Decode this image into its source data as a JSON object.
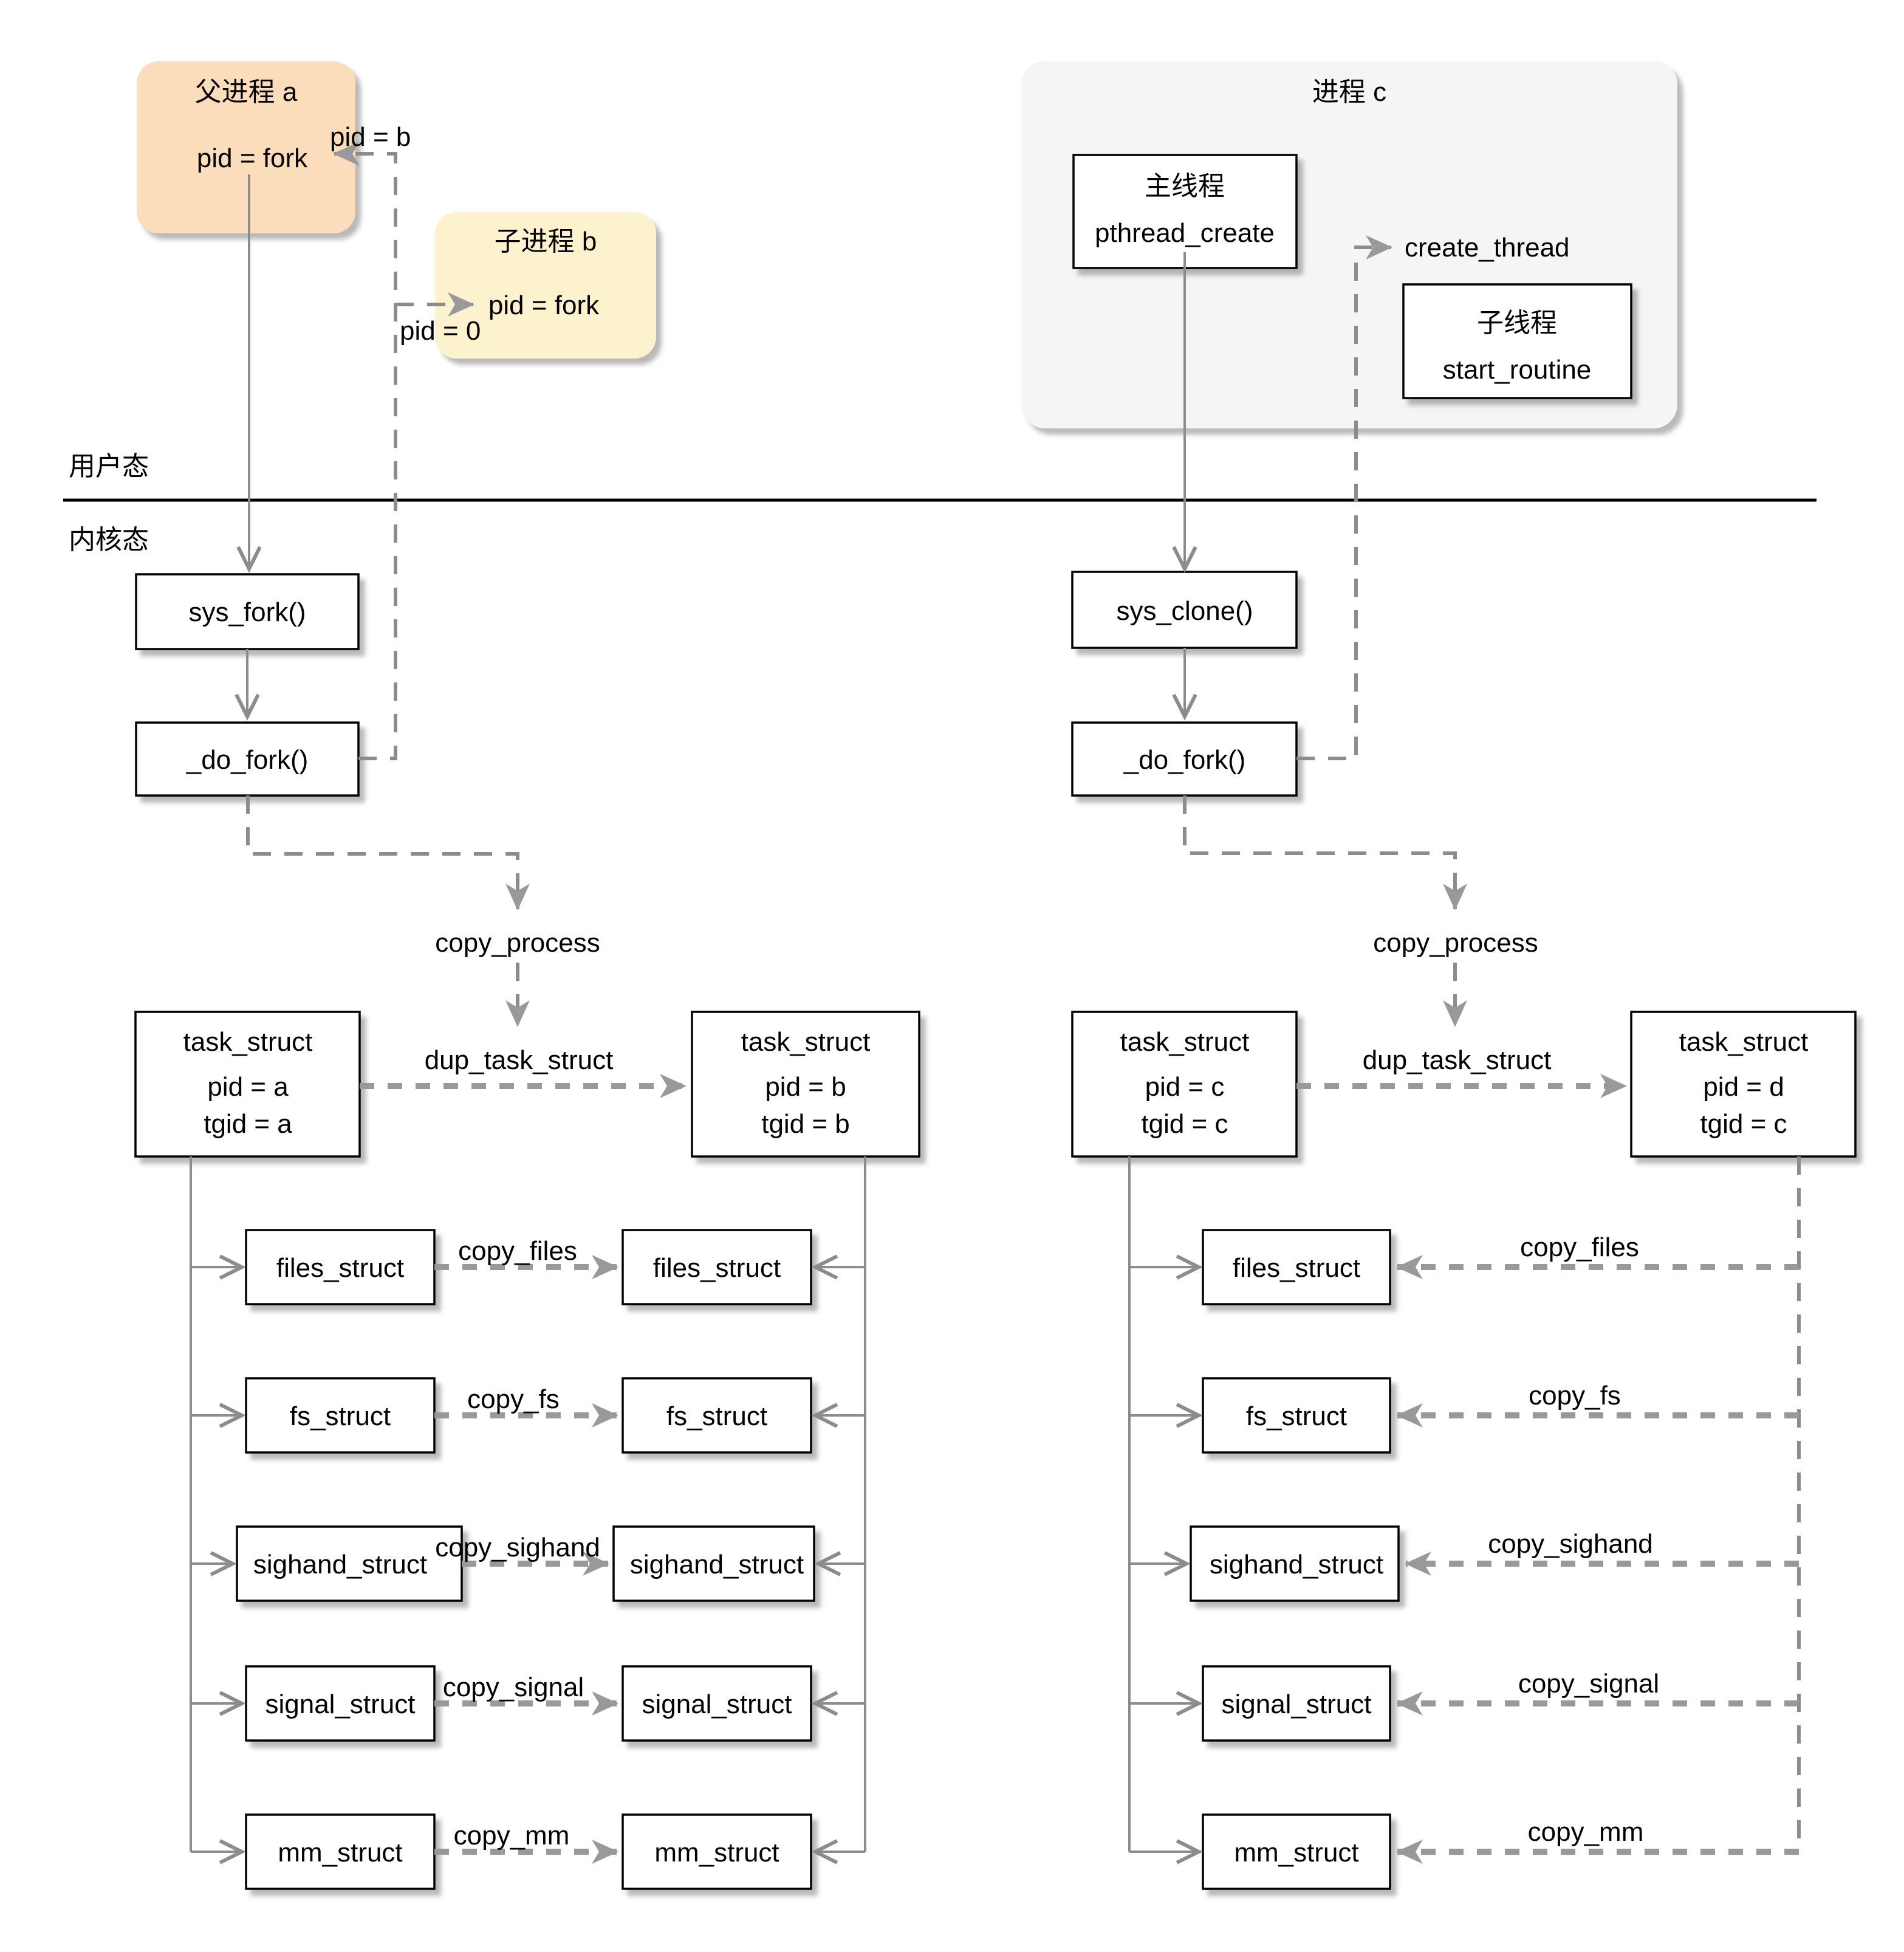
{
  "diagram": {
    "modes": {
      "user": "用户态",
      "kernel": "内核态"
    },
    "colors": {
      "parent_fill": "#FBDCBB",
      "child_fill": "#FDF2CE",
      "process_fill": "#F5F5F5",
      "connector": "#8C8C8C",
      "box_stroke": "#000000"
    }
  },
  "fork_side": {
    "parent_process": {
      "title": "父进程 a",
      "body": "pid = fork"
    },
    "child_process": {
      "title": "子进程 b",
      "body": "pid = fork"
    },
    "return_to_parent": "pid = b",
    "return_to_child": "pid = 0",
    "syscall": "sys_fork()",
    "do_fork": "_do_fork()",
    "copy_process": "copy_process",
    "dup_task_struct": "dup_task_struct",
    "task_parent": {
      "title": "task_struct",
      "pid": "pid = a",
      "tgid": "tgid = a"
    },
    "task_child": {
      "title": "task_struct",
      "pid": "pid = b",
      "tgid": "tgid = b"
    },
    "structs": [
      "files_struct",
      "fs_struct",
      "sighand_struct",
      "signal_struct",
      "mm_struct"
    ],
    "copy_functions": [
      "copy_files",
      "copy_fs",
      "copy_sighand",
      "copy_signal",
      "copy_mm"
    ]
  },
  "clone_side": {
    "process": {
      "title": "进程 c"
    },
    "main_thread": {
      "title": "主线程",
      "subtitle": "pthread_create"
    },
    "child_thread": {
      "title": "子线程",
      "subtitle": "start_routine"
    },
    "create_thread": "create_thread",
    "syscall": "sys_clone()",
    "do_fork": "_do_fork()",
    "copy_process": "copy_process",
    "dup_task_struct": "dup_task_struct",
    "task_main": {
      "title": "task_struct",
      "pid": "pid = c",
      "tgid": "tgid = c"
    },
    "task_thread": {
      "title": "task_struct",
      "pid": "pid = d",
      "tgid": "tgid = c"
    },
    "structs": [
      "files_struct",
      "fs_struct",
      "sighand_struct",
      "signal_struct",
      "mm_struct"
    ],
    "copy_functions": [
      "copy_files",
      "copy_fs",
      "copy_sighand",
      "copy_signal",
      "copy_mm"
    ]
  }
}
